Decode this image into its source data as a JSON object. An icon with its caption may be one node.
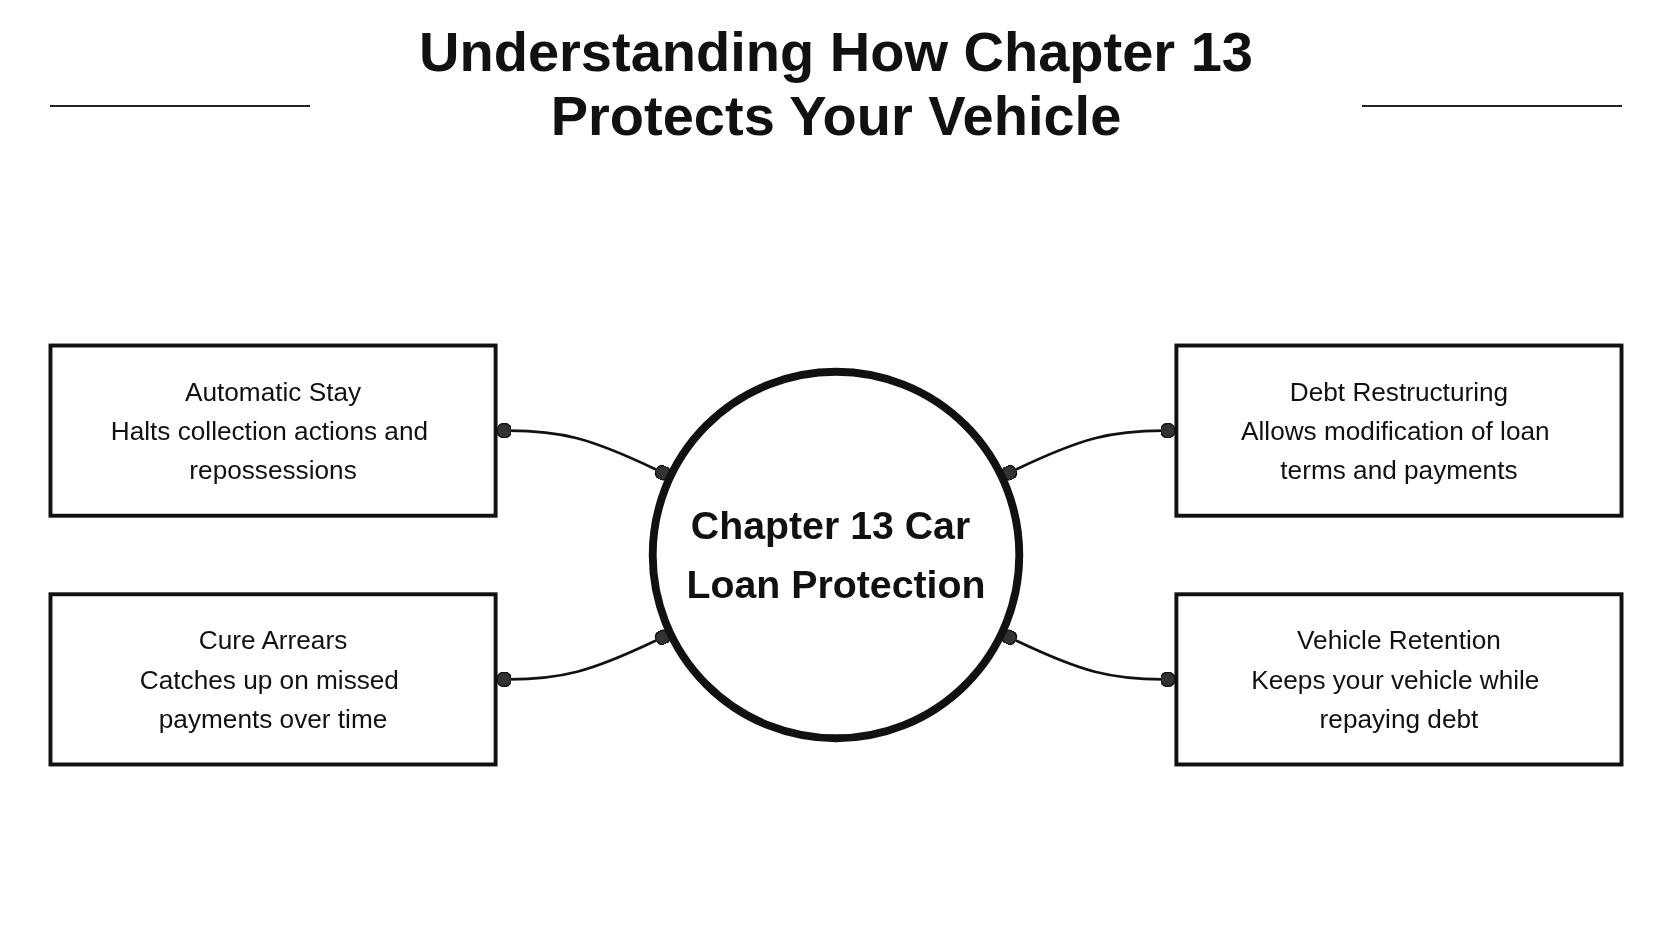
{
  "diagram": {
    "title": "Understanding How Chapter 13 Protects Your Vehicle",
    "nodes": [
      {
        "text": [
          "Automatic Stay",
          "Halts collection actions and repossessions"
        ]
      },
      {
        "text": [
          "Debt Restructuring",
          "Allows modification of loan terms and payments"
        ]
      },
      {
        "text": [
          "Chapter 13 Car Loan Protection"
        ]
      },
      {
        "text": [
          "Cure Arrears",
          "Catches up on missed payments over time"
        ]
      },
      {
        "text": [
          "Vehicle Retention",
          "Keeps your vehicle while repaying debt"
        ]
      }
    ],
    "edges": [
      {
        "from": 0,
        "to": 2,
        "arrow": "other"
      },
      {
        "from": 2,
        "to": 1,
        "arrow": "other"
      },
      {
        "from": 3,
        "to": 2,
        "arrow": "other"
      },
      {
        "from": 2,
        "to": 4,
        "arrow": "other"
      }
    ]
  }
}
